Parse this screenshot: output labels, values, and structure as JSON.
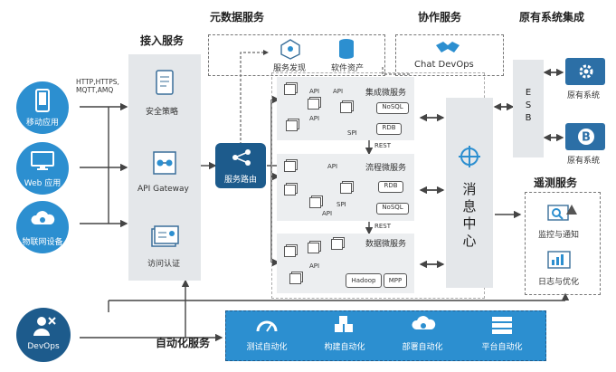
{
  "sections": {
    "metadata": "元数据服务",
    "collab": "协作服务",
    "legacy": "原有系统集成",
    "access": "接入服务",
    "monitor": "遥测服务",
    "automation": "自动化服务"
  },
  "clients": [
    {
      "label": "移动应用",
      "icon": "mobile-phone-icon"
    },
    {
      "label": "Web 应用",
      "icon": "monitor-icon"
    },
    {
      "label": "物联网设备",
      "icon": "cloud-gear-icon"
    }
  ],
  "protocols": "HTTP,HTTPS,\nMQTT,AMQ",
  "access": {
    "security": "安全策略",
    "gateway": "API Gateway",
    "auth": "访问认证"
  },
  "metadata": {
    "discovery": "服务发现",
    "assets": "软件资产"
  },
  "collab": {
    "chat": "Chat DevOps"
  },
  "router": "服务路由",
  "microservices": {
    "integration": {
      "title": "集成微服务",
      "api1": "API",
      "api2": "API",
      "api3": "API",
      "spi": "SPI",
      "db1": "NoSQL",
      "db2": "RDB"
    },
    "rest1": "REST",
    "process": {
      "title": "流程微服务",
      "api1": "API",
      "api2": "API",
      "spi": "SPI",
      "db1": "RDB",
      "db2": "NoSQL"
    },
    "rest2": "REST",
    "data": {
      "title": "数据微服务",
      "api1": "API",
      "db1": "Hadoop",
      "db2": "MPP"
    }
  },
  "message_center": "消\n息\n中\n心",
  "esb": "E\nS\nB",
  "legacy_systems": [
    {
      "label": "原有系统",
      "icon": "gear-icon"
    },
    {
      "label": "原有系统",
      "icon": "bitcoin-icon"
    }
  ],
  "monitoring": [
    {
      "label": "监控与通知",
      "icon": "magnifier-alert-icon"
    },
    {
      "label": "日志与优化",
      "icon": "chart-log-icon"
    }
  ],
  "devops": "DevOps",
  "automation": [
    {
      "label": "测试自动化",
      "icon": "gauge-icon"
    },
    {
      "label": "构建自动化",
      "icon": "blocks-icon"
    },
    {
      "label": "部署自动化",
      "icon": "cloud-deploy-icon"
    },
    {
      "label": "平台自动化",
      "icon": "server-rack-icon"
    }
  ],
  "colors": {
    "accent": "#2c8fd0",
    "router": "#1d5b8c",
    "panel": "#e4e7ea"
  }
}
